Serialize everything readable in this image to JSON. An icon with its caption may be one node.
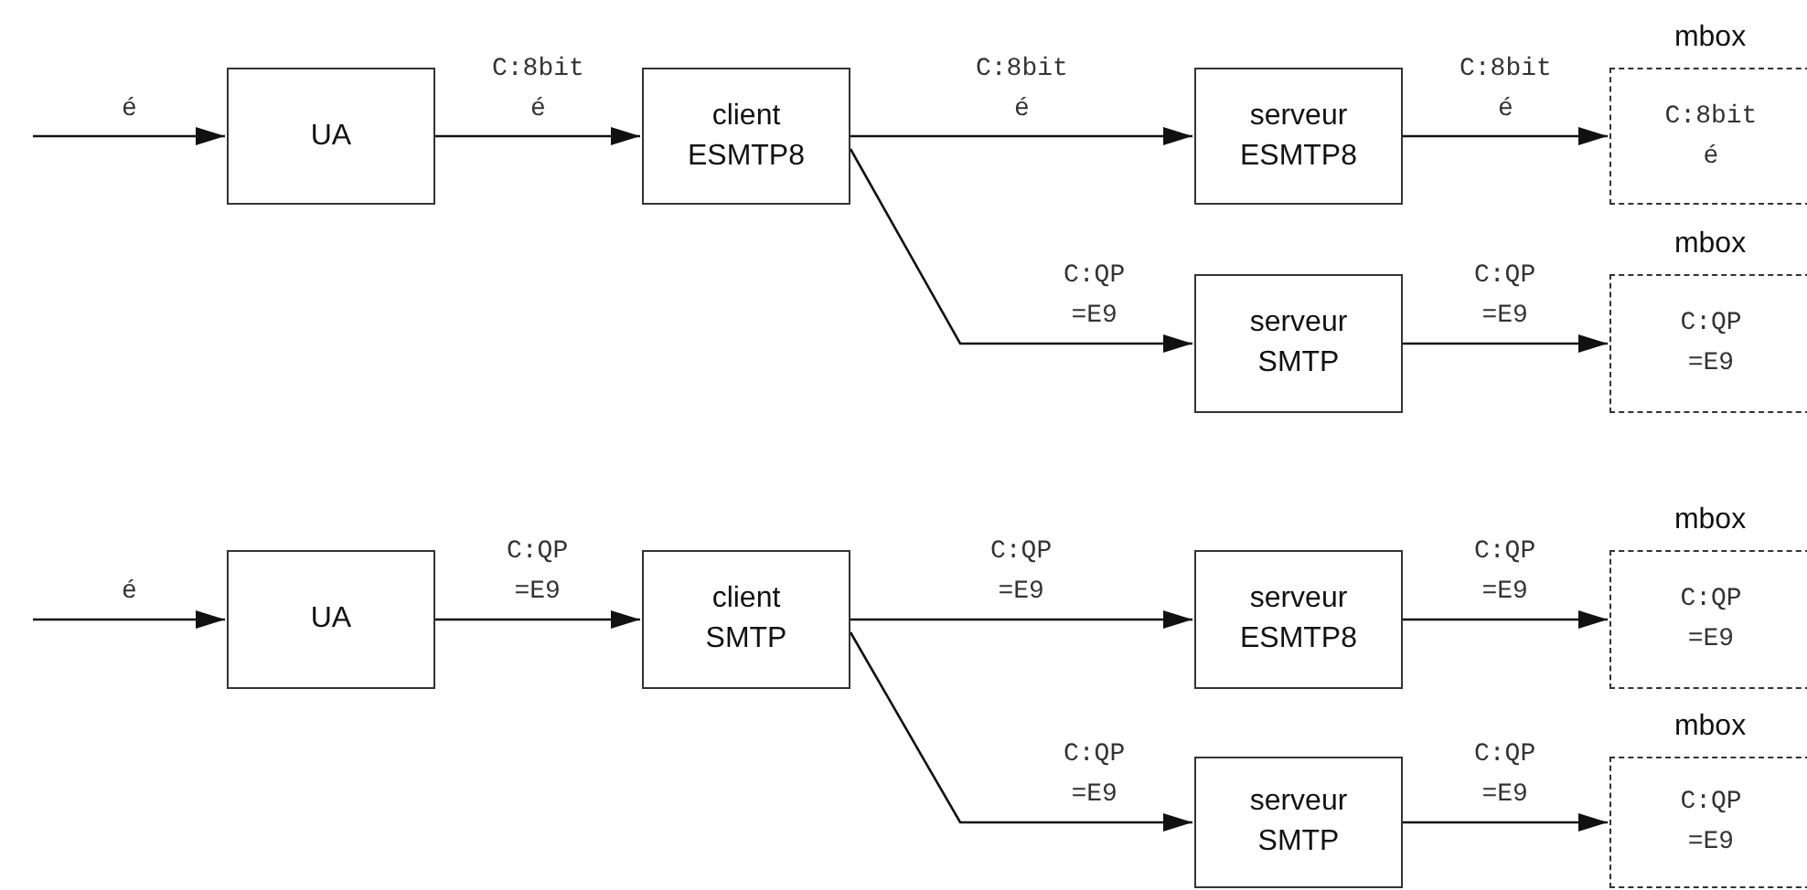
{
  "diagram": {
    "nodes": [
      {
        "text": [
          "UA"
        ]
      },
      {
        "text": [
          "client ESMTP8"
        ]
      },
      {
        "text": [
          "serveur ESMTP8"
        ]
      },
      {
        "text": [
          "mbox",
          "C:8bit é"
        ]
      },
      {
        "text": [
          "serveur SMTP"
        ]
      },
      {
        "text": [
          "mbox",
          "C:QP =E9"
        ]
      },
      {
        "text": [
          "UA"
        ]
      },
      {
        "text": [
          "client SMTP"
        ]
      },
      {
        "text": [
          "serveur ESMTP8"
        ]
      },
      {
        "text": [
          "mbox",
          "C:QP =E9"
        ]
      },
      {
        "text": [
          "serveur SMTP"
        ]
      },
      {
        "text": [
          "mbox",
          "C:QP =E9"
        ]
      }
    ],
    "edges": [
      {
        "from": null,
        "to": 0,
        "arrow": "to",
        "label": "é"
      },
      {
        "from": 0,
        "to": 1,
        "arrow": "to",
        "label": "C:8bit é"
      },
      {
        "from": 1,
        "to": 2,
        "arrow": "to",
        "label": "C:8bit é"
      },
      {
        "from": 1,
        "to": 4,
        "arrow": "to",
        "label": "C:QP =E9"
      },
      {
        "from": 2,
        "to": 3,
        "arrow": "to",
        "label": "C:8bit é"
      },
      {
        "from": 4,
        "to": 5,
        "arrow": "to",
        "label": "C:QP =E9"
      },
      {
        "from": null,
        "to": 6,
        "arrow": "to",
        "label": "é"
      },
      {
        "from": 6,
        "to": 7,
        "arrow": "to",
        "label": "C:QP =E9"
      },
      {
        "from": 7,
        "to": 8,
        "arrow": "to",
        "label": "C:QP =E9"
      },
      {
        "from": 7,
        "to": 10,
        "arrow": "to",
        "label": "C:QP =E9"
      },
      {
        "from": 8,
        "to": 9,
        "arrow": "to",
        "label": "C:QP =E9"
      },
      {
        "from": 10,
        "to": 11,
        "arrow": "to",
        "label": "C:QP =E9"
      }
    ]
  }
}
